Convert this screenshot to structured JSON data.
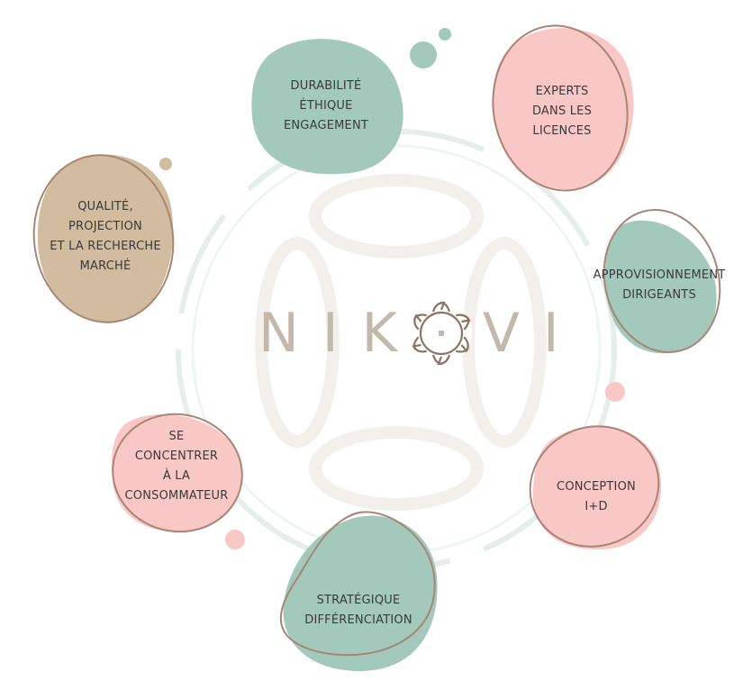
{
  "brand": {
    "name": "NIKOVI",
    "letters_left": [
      "N",
      "I",
      "K"
    ],
    "letters_right": [
      "V",
      "I"
    ]
  },
  "colors": {
    "teal": "#a3c9bd",
    "pink": "#f8c7c6",
    "tan": "#d2bc9f",
    "outline": "#a88574",
    "ring": "#e4efeb",
    "logo": "#c4b8aa",
    "logo_mark": "#8c7464"
  },
  "nodes": [
    {
      "id": "durabilite",
      "lines": [
        "DURABILITÉ",
        "ÉTHIQUE",
        "ENGAGEMENT"
      ],
      "color": "teal"
    },
    {
      "id": "experts",
      "lines": [
        "EXPERTS",
        "DANS LES",
        "LICENCES"
      ],
      "color": "pink"
    },
    {
      "id": "approvisionnement",
      "lines": [
        "APPROVISIONNEMENT",
        "DIRIGEANTS"
      ],
      "color": "teal"
    },
    {
      "id": "conception",
      "lines": [
        "CONCEPTION",
        "I+D"
      ],
      "color": "pink"
    },
    {
      "id": "strategique",
      "lines": [
        "STRATÉGIQUE",
        "DIFFÉRENCIATION"
      ],
      "color": "teal"
    },
    {
      "id": "consommateur",
      "lines": [
        "SE",
        "CONCENTRER",
        "À LA",
        "CONSOMMATEUR"
      ],
      "color": "pink"
    },
    {
      "id": "qualite",
      "lines": [
        "QUALITÉ,",
        "PROJECTION",
        "ET LA RECHERCHE",
        "MARCHÉ"
      ],
      "color": "tan"
    }
  ]
}
